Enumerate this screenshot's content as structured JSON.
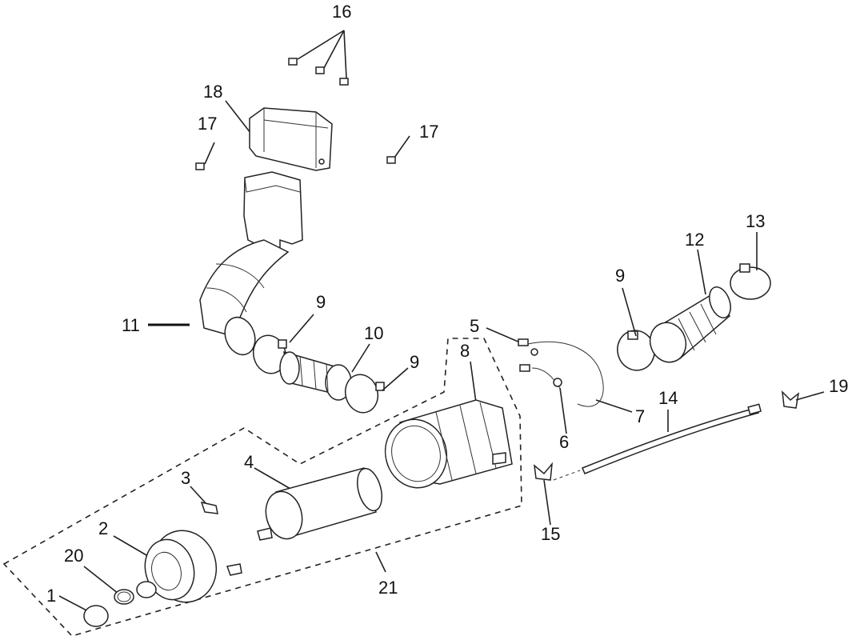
{
  "labels": {
    "l1": "1",
    "l2": "2",
    "l3": "3",
    "l4": "4",
    "l5": "5",
    "l6": "6",
    "l7": "7",
    "l8": "8",
    "l9a": "9",
    "l9b": "9",
    "l9c": "9",
    "l10": "10",
    "l11": "11",
    "l12": "12",
    "l13": "13",
    "l14": "14",
    "l15": "15",
    "l16": "16",
    "l17a": "17",
    "l17b": "17",
    "l18": "18",
    "l19": "19",
    "l20": "20",
    "l21": "21"
  }
}
